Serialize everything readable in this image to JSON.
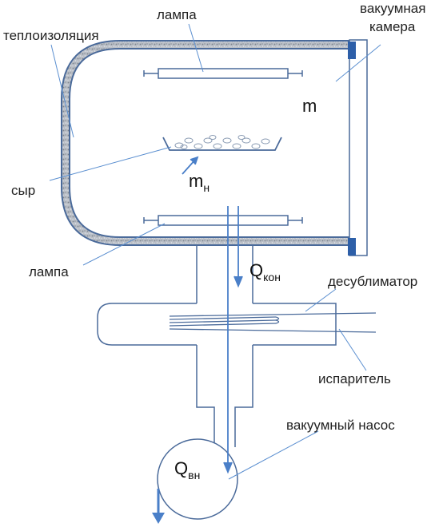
{
  "labels": {
    "lamp_top": "лампа",
    "chamber_line1": "вакуумная",
    "chamber_line2": "камера",
    "insulation": "теплоизоляция",
    "cheese": "сыр",
    "lamp_bottom": "лампа",
    "desublimator": "десублиматор",
    "evaporator": "испаритель",
    "pump": "вакуумный насос"
  },
  "symbols": {
    "m": "m",
    "mn_base": "m",
    "mn_sub": "н",
    "qkon_base": "Q",
    "qkon_sub": "кон",
    "qvn_base": "Q",
    "qvn_sub": "вн"
  },
  "colors": {
    "line": "#4a6a9a",
    "leader": "#5b8fd0",
    "arrow": "#4a7fc8",
    "insulation": "#9aa0a8",
    "door": "#2d5fa8"
  }
}
